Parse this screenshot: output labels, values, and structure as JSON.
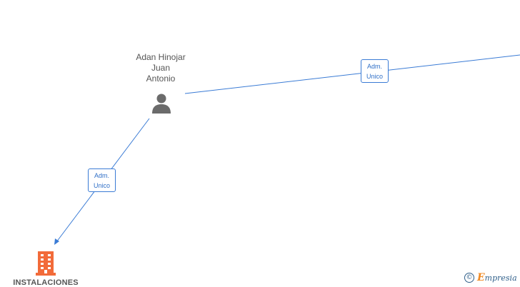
{
  "person": {
    "name_lines": [
      "Adan Hinojar",
      "Juan",
      "Antonio"
    ],
    "icon": "person-icon"
  },
  "relations": [
    {
      "role_lines": [
        "Adm.",
        "Unico"
      ]
    },
    {
      "role_lines": [
        "Adm.",
        "Unico"
      ]
    }
  ],
  "company": {
    "name": "INSTALACIONES",
    "icon": "building-icon",
    "color": "#f26b3a"
  },
  "watermark": {
    "symbol": "©",
    "brand_initial": "E",
    "brand_rest": "mpresia"
  },
  "colors": {
    "edge": "#3a7bd5",
    "label_text": "#555555"
  }
}
